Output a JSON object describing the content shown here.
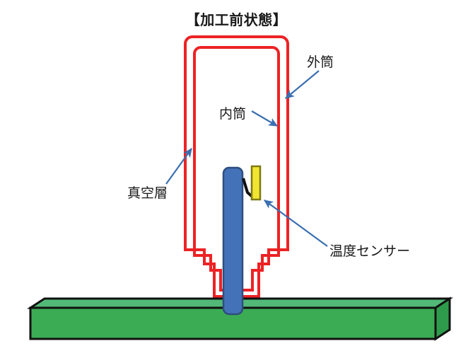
{
  "diagram": {
    "title": "【加工前状態】",
    "labels": {
      "outer_cylinder": "外筒",
      "inner_cylinder": "内筒",
      "vacuum_layer": "真空層",
      "temperature_sensor": "温度センサー"
    },
    "colors": {
      "cylinder_red": "#ED2224",
      "shaft_blue": "#4472B8",
      "shaft_blue_border": "#2E4E7E",
      "sensor_yellow": "#F2E530",
      "sensor_border": "#7F7A14",
      "workpiece_green_front": "#3BAC54",
      "workpiece_green_top": "#52B978",
      "workpiece_green_side": "#2E9B4C",
      "outline_black": "#111111",
      "arrow_blue": "#3A6FB0",
      "text_black": "#1A1A1A",
      "background": "#FFFFFF"
    },
    "parts": [
      {
        "name": "outer-cylinder-wall",
        "shape": "stepped-rounded-tube",
        "stroke": "#ED2224"
      },
      {
        "name": "inner-cylinder-wall",
        "shape": "stepped-rounded-tube",
        "stroke": "#ED2224"
      },
      {
        "name": "vacuum-gap",
        "shape": "gap-between-walls"
      },
      {
        "name": "tool-shaft",
        "shape": "rounded-rect",
        "fill": "#4472B8"
      },
      {
        "name": "temperature-sensor",
        "shape": "rect",
        "fill": "#F2E530"
      },
      {
        "name": "sensor-wire",
        "shape": "polyline",
        "stroke": "#111111"
      },
      {
        "name": "workpiece-block",
        "shape": "isometric-box",
        "fill": "#3BAC54"
      }
    ],
    "annotations": [
      {
        "name": "outer-cylinder",
        "points_to": "outer-cylinder-wall",
        "direction": "down-left"
      },
      {
        "name": "inner-cylinder",
        "points_to": "inner-cylinder-wall",
        "direction": "down-right"
      },
      {
        "name": "vacuum-layer",
        "points_to": "vacuum-gap",
        "direction": "up-right"
      },
      {
        "name": "temperature-sensor",
        "points_to": "temperature-sensor",
        "direction": "up-left"
      }
    ]
  }
}
